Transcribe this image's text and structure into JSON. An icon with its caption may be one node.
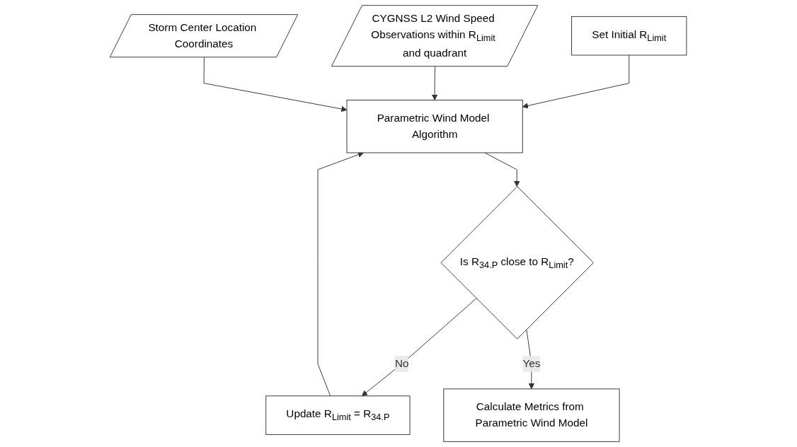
{
  "diagram": {
    "nodes": [
      {
        "text": [
          "Set Initial R$_{Limit}$"
        ]
      },
      {
        "text": [
          "Update R$_{Limit}$ = R$_{34.P}$"
        ]
      },
      {
        "text": [
          "CYGNSS L2 Wind Speed Observations within R$_{Limit}$ and quadrant"
        ]
      },
      {
        "text": [
          "Storm Center Location Coordinates"
        ]
      },
      {
        "text": [
          "Parametric Wind Model Algorithm"
        ]
      },
      {
        "text": [
          "Is R$_{34.P}$ close to R$_{Limit}$?"
        ]
      },
      {
        "text": [
          "Calculate Metrics from Parametric Wind Model"
        ]
      }
    ],
    "edges": [
      {
        "from": 0,
        "to": 4,
        "arrow": "to"
      },
      {
        "from": 1,
        "to": 4,
        "arrow": "to"
      },
      {
        "from": 2,
        "to": 4,
        "arrow": "to"
      },
      {
        "from": 3,
        "to": 4,
        "arrow": "to"
      },
      {
        "from": 4,
        "to": 5,
        "arrow": "to"
      },
      {
        "from": 5,
        "to": 1,
        "arrow": "to",
        "label": "No"
      },
      {
        "from": 5,
        "to": 6,
        "arrow": "to",
        "label": "Yes"
      }
    ]
  }
}
